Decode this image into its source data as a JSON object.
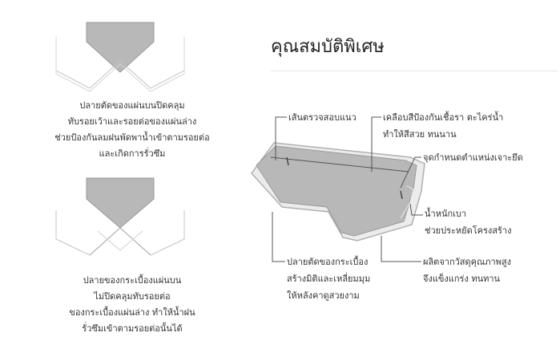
{
  "title": "คุณสมบัติพิเศษ",
  "left_panel": {
    "caption_top": [
      "ปลายตัดของแผ่นบนปิดคลุม",
      "ทับรอยเว้าและรอยต่อของแผ่นล่าง",
      "ช่วยป้องกันลมฝนพัดพาน้ำเข้าตามรอยต่อ",
      "และเกิดการรั่วซึม"
    ],
    "caption_bottom": [
      "ปลายของกระเบื้องแผ่นบน",
      "ไม่ปิดคลุมทับรอยต่อ",
      "ของกระเบื้องแผ่นล่าง ทำให้น้ำฝน",
      "รั่วซึมเข้าตามรอยต่อนั้นได้"
    ]
  },
  "callouts": {
    "guide_line": "เส้นตรวจสอบแนว",
    "coating": [
      "เคลือบสีป้องกันเชื้อรา ตะไคร่น้ำ",
      "ทำให้สีสวย ทนนาน"
    ],
    "fixing_point": "จุดกำหนดตำแหน่งเจาะยึด",
    "light_weight": [
      "น้ำหนักเบา",
      "ช่วยประหยัดโครงสร้าง"
    ],
    "cut_edge": [
      "ปลายตัดของกระเบื้อง",
      "สร้างมิติและเหลี่ยมมุม",
      "ให้หลังคาดูสวยงาม"
    ],
    "quality": [
      "ผลิตจากวัสดุคุณภาพสูง",
      "จึงแข็งแกร่ง ทนทาน"
    ]
  },
  "colors": {
    "tile_fill": "#b8b8b8",
    "tile_dark": "#9a9a9a",
    "outline": "#bcbcbc",
    "text": "#333333"
  }
}
